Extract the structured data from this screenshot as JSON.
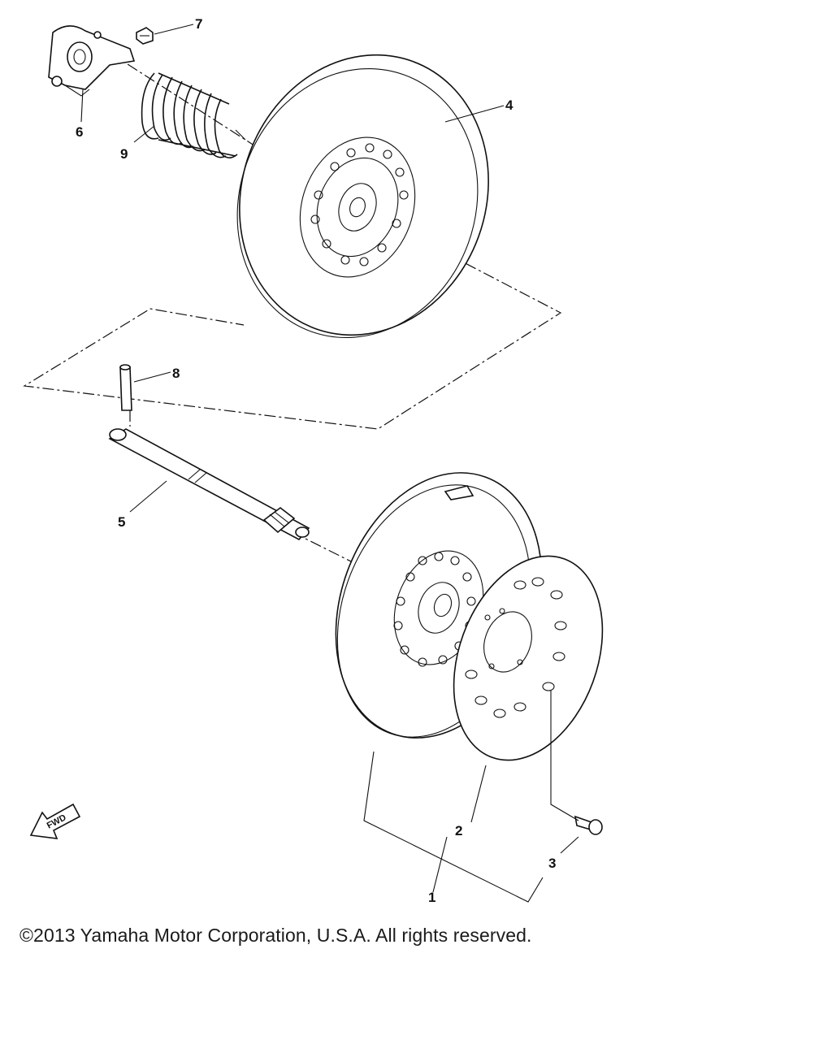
{
  "callouts": {
    "c1": "1",
    "c2": "2",
    "c3": "3",
    "c4": "4",
    "c5": "5",
    "c6": "6",
    "c7": "7",
    "c8": "8",
    "c9": "9"
  },
  "fwd_arrow": {
    "label": "FWD"
  },
  "footer": {
    "copyright": "©2013 Yamaha Motor Corporation, U.S.A. All rights reserved."
  }
}
